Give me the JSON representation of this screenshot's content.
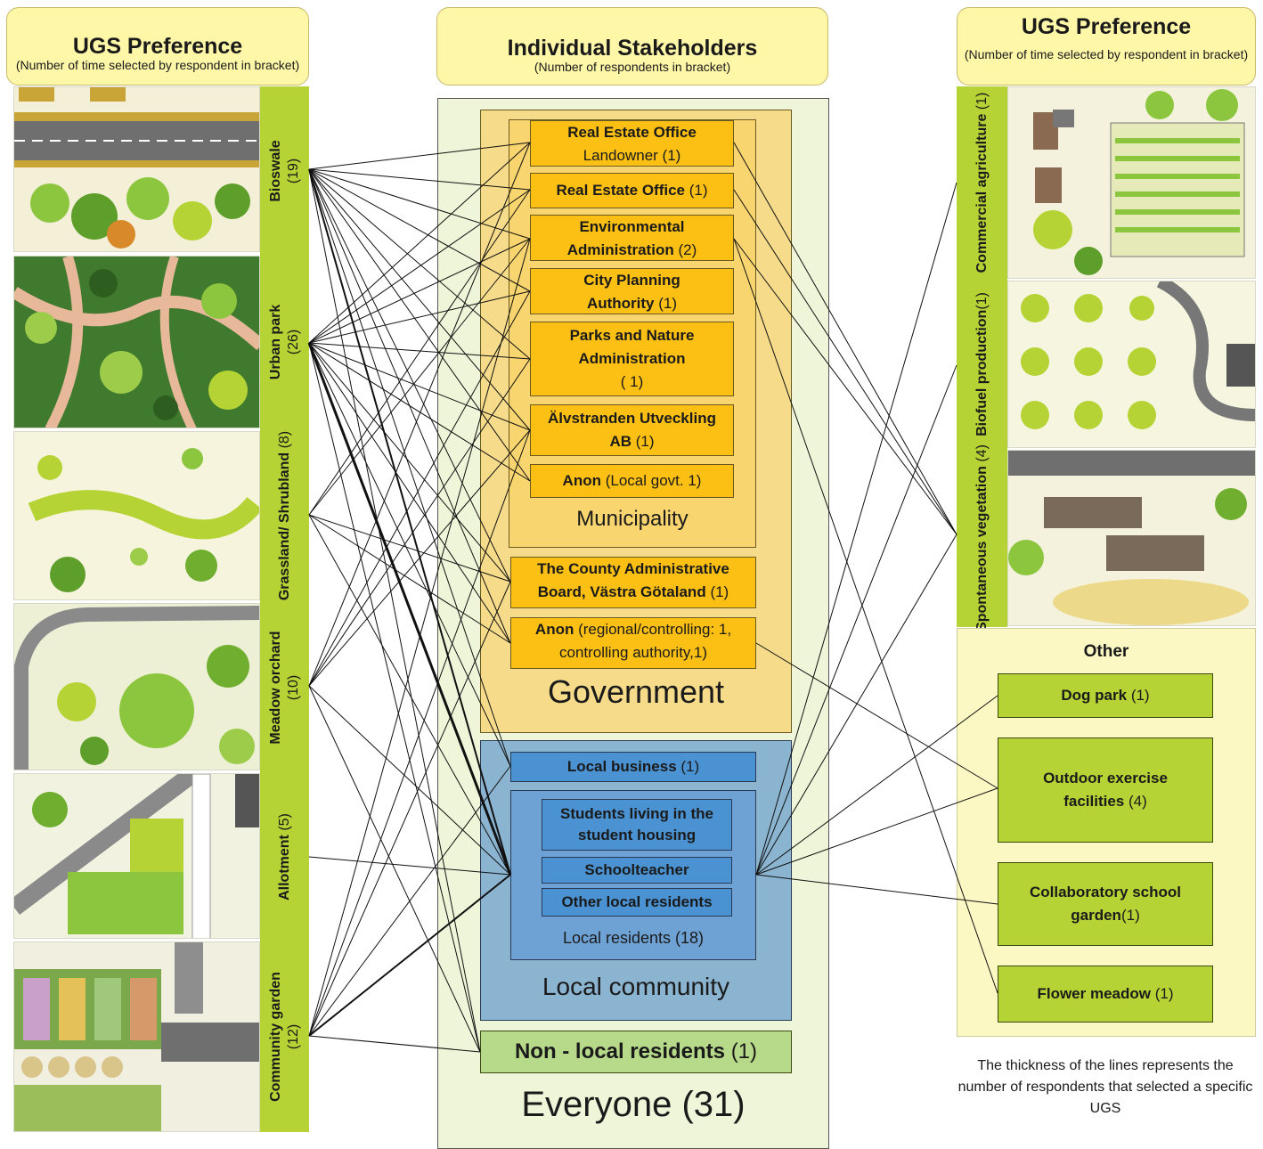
{
  "left_header": {
    "title": "UGS Preference",
    "subtitle": "(Number of time selected by respondent in bracket)"
  },
  "center_header": {
    "title": "Individual Stakeholders",
    "subtitle": "(Number of respondents in bracket)"
  },
  "right_header": {
    "title": "UGS Preference",
    "subtitle": "(Number of time selected by respondent in bracket)"
  },
  "left_ugs": [
    {
      "name": "Bioswale",
      "count": "(19)"
    },
    {
      "name": "Urban park",
      "count": "(26)"
    },
    {
      "name": "Grassland/ Shrubland",
      "count": "(8)"
    },
    {
      "name": "Meadow orchard",
      "count": "(10)"
    },
    {
      "name": "Allotment",
      "count": "(5)"
    },
    {
      "name": "Community garden",
      "count": "(12)"
    }
  ],
  "right_ugs": [
    {
      "name": "Commercial agriculture",
      "count": "(1)"
    },
    {
      "name": "Biofuel production",
      "count": "(1)"
    },
    {
      "name": "Spontaneous vegetation",
      "count": "(4)"
    }
  ],
  "municipality": {
    "label": "Municipality",
    "items": [
      {
        "bold": "Real Estate Office",
        "rest": "Landowner (1)"
      },
      {
        "bold": "Real Estate Office",
        "rest": "(1)"
      },
      {
        "bold": "Environmental Administration",
        "rest": "(2)"
      },
      {
        "bold": "City Planning Authority",
        "rest": "(1)"
      },
      {
        "bold": "Parks and Nature Administration",
        "rest": "( 1)"
      },
      {
        "bold": "Älvstranden Utveckling AB",
        "rest": "(1)"
      },
      {
        "bold": "Anon",
        "rest": "(Local govt. 1)"
      }
    ]
  },
  "government": {
    "label": "Government",
    "county": {
      "bold": "The County Administrative Board, Västra Götaland",
      "rest": "(1)"
    },
    "anon": {
      "bold": "Anon",
      "rest": "(regional/controlling: 1, controlling authority,1)"
    }
  },
  "local_community": {
    "label": "Local community",
    "business": {
      "bold": "Local business",
      "rest": "(1)"
    },
    "residents": [
      "Students living in the student housing",
      "Schoolteacher",
      "Other local residents"
    ],
    "residents_label": "Local residents (18)"
  },
  "non_local": {
    "bold": "Non - local residents",
    "rest": "(1)"
  },
  "everyone": "Everyone (31)",
  "other": {
    "label": "Other",
    "items": [
      {
        "bold": "Dog park",
        "rest": "(1)"
      },
      {
        "bold": "Outdoor exercise facilities",
        "rest": "(4)"
      },
      {
        "bold": "Collaboratory school garden",
        "rest": "(1)"
      },
      {
        "bold": "Flower meadow",
        "rest": "(1)"
      }
    ]
  },
  "note": "The thickness of the lines represents the number of respondents that selected a specific UGS",
  "colors": {
    "header": "#fff7a8",
    "ugs_label": "#b5d334",
    "everyone_bg": "#eef5d8",
    "government_bg": "#f6dc8a",
    "municipality_bg": "#f8d56e",
    "stakeholder_box": "#fcc015",
    "community_bg": "#8bb4d0",
    "resident_box": "#4a92d2",
    "non_local": "#b7d98a",
    "other_bg": "#fbf8c4"
  }
}
